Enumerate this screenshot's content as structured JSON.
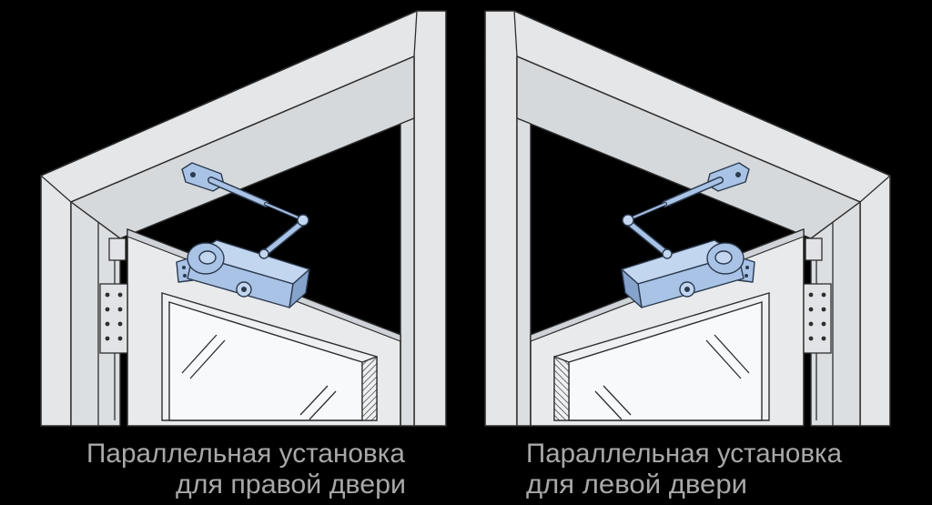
{
  "colors": {
    "background": "#000000",
    "frame": "#e4e6e8",
    "outline": "#2e2e2e",
    "closer": "#a9c3e6",
    "caption": "#a8a8a8"
  },
  "figures": [
    {
      "caption_line1": "Параллельная установка",
      "caption_line2": "для правой двери"
    },
    {
      "caption_line1": "Параллельная установка",
      "caption_line2": "для левой двери"
    }
  ]
}
